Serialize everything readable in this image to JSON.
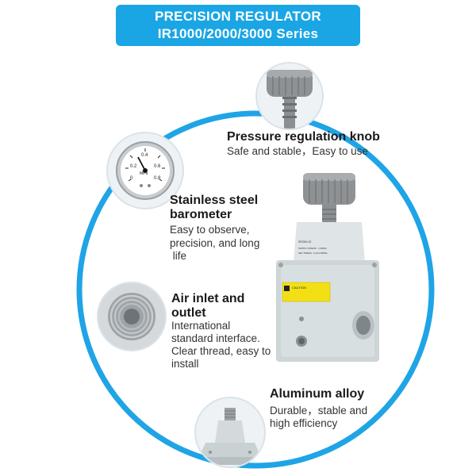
{
  "banner": {
    "line1": "PRECISION REGULATOR",
    "line2": "IR1000/2000/3000 Series"
  },
  "colors": {
    "banner": "#1aa6e4",
    "ring": "#1fa4e6",
    "circle_border": "#d9e3ea"
  },
  "features": [
    {
      "title": "Pressure regulation knob",
      "desc": [
        "Safe and stable，Easy to use"
      ],
      "icon": "knob-icon"
    },
    {
      "title": [
        "Stainless steel",
        "barometer"
      ],
      "desc": [
        "Easy to observe,",
        "precision, and long",
        " life"
      ],
      "icon": "pressure-gauge-icon"
    },
    {
      "title": [
        "Air inlet and",
        "outlet"
      ],
      "desc": [
        "International",
        "standard interface.",
        "Clear thread, easy to",
        "install"
      ],
      "icon": "threaded-port-icon"
    },
    {
      "title": "Aluminum alloy",
      "desc": [
        "Durable，stable and",
        "high efficiency"
      ],
      "icon": "fitting-icon"
    }
  ],
  "gauge_ticks": [
    "0",
    "0.2",
    "0.4",
    "0.6",
    "0.8"
  ],
  "gauge_unit": "MPa",
  "product": {
    "label_top": "IR2000-02",
    "label_lines": [
      "SUPPLY  PRESS : 1.0MPa",
      "SET PRESS  : 0.01-0.8MPa"
    ],
    "caution": "CAUTION"
  }
}
